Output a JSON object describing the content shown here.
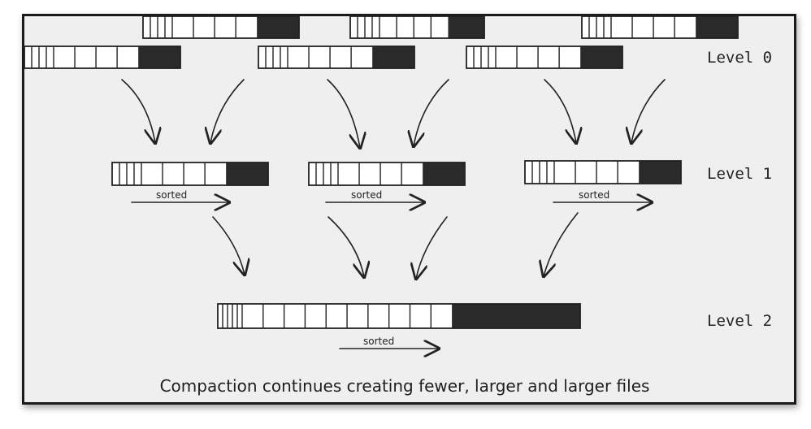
{
  "diagram": {
    "caption": "Compaction continues creating fewer, larger and larger files",
    "sorted_label": "sorted",
    "levels": [
      {
        "label": "Level 0"
      },
      {
        "label": "Level 1"
      },
      {
        "label": "Level 2"
      }
    ],
    "colors": {
      "background": "#efefef",
      "ink": "#222222",
      "filled_cell": "#2a2a2a",
      "empty_cell": "#ffffff"
    }
  }
}
